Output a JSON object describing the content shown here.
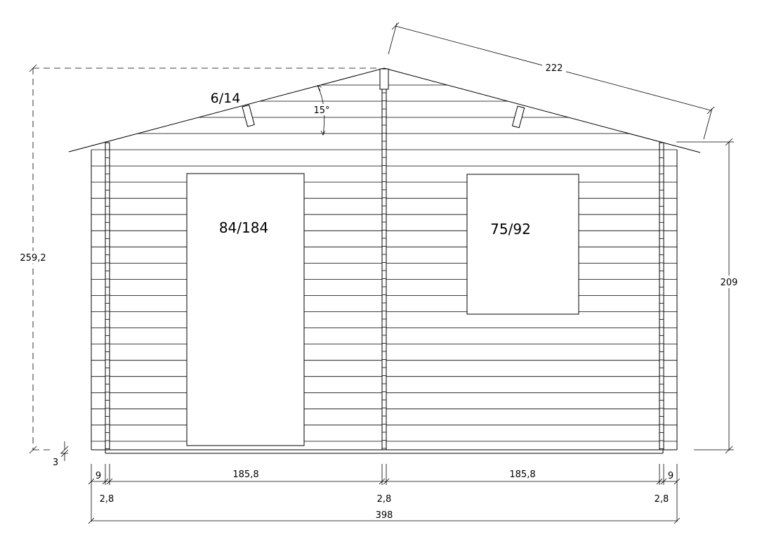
{
  "drawing": {
    "overall_height": "259,2",
    "right_wall_height": "209",
    "roof_slope_length": "222",
    "roof_angle": "15°",
    "roof_window": "6/14",
    "door_opening": "84/184",
    "window_opening": "75/92",
    "floor_offset": "3",
    "corner_left": "9",
    "corner_right": "9",
    "bay_left": "185,8",
    "bay_right": "185,8",
    "post_left": "2,8",
    "post_center": "2,8",
    "post_right": "2,8",
    "overall_width": "398"
  }
}
